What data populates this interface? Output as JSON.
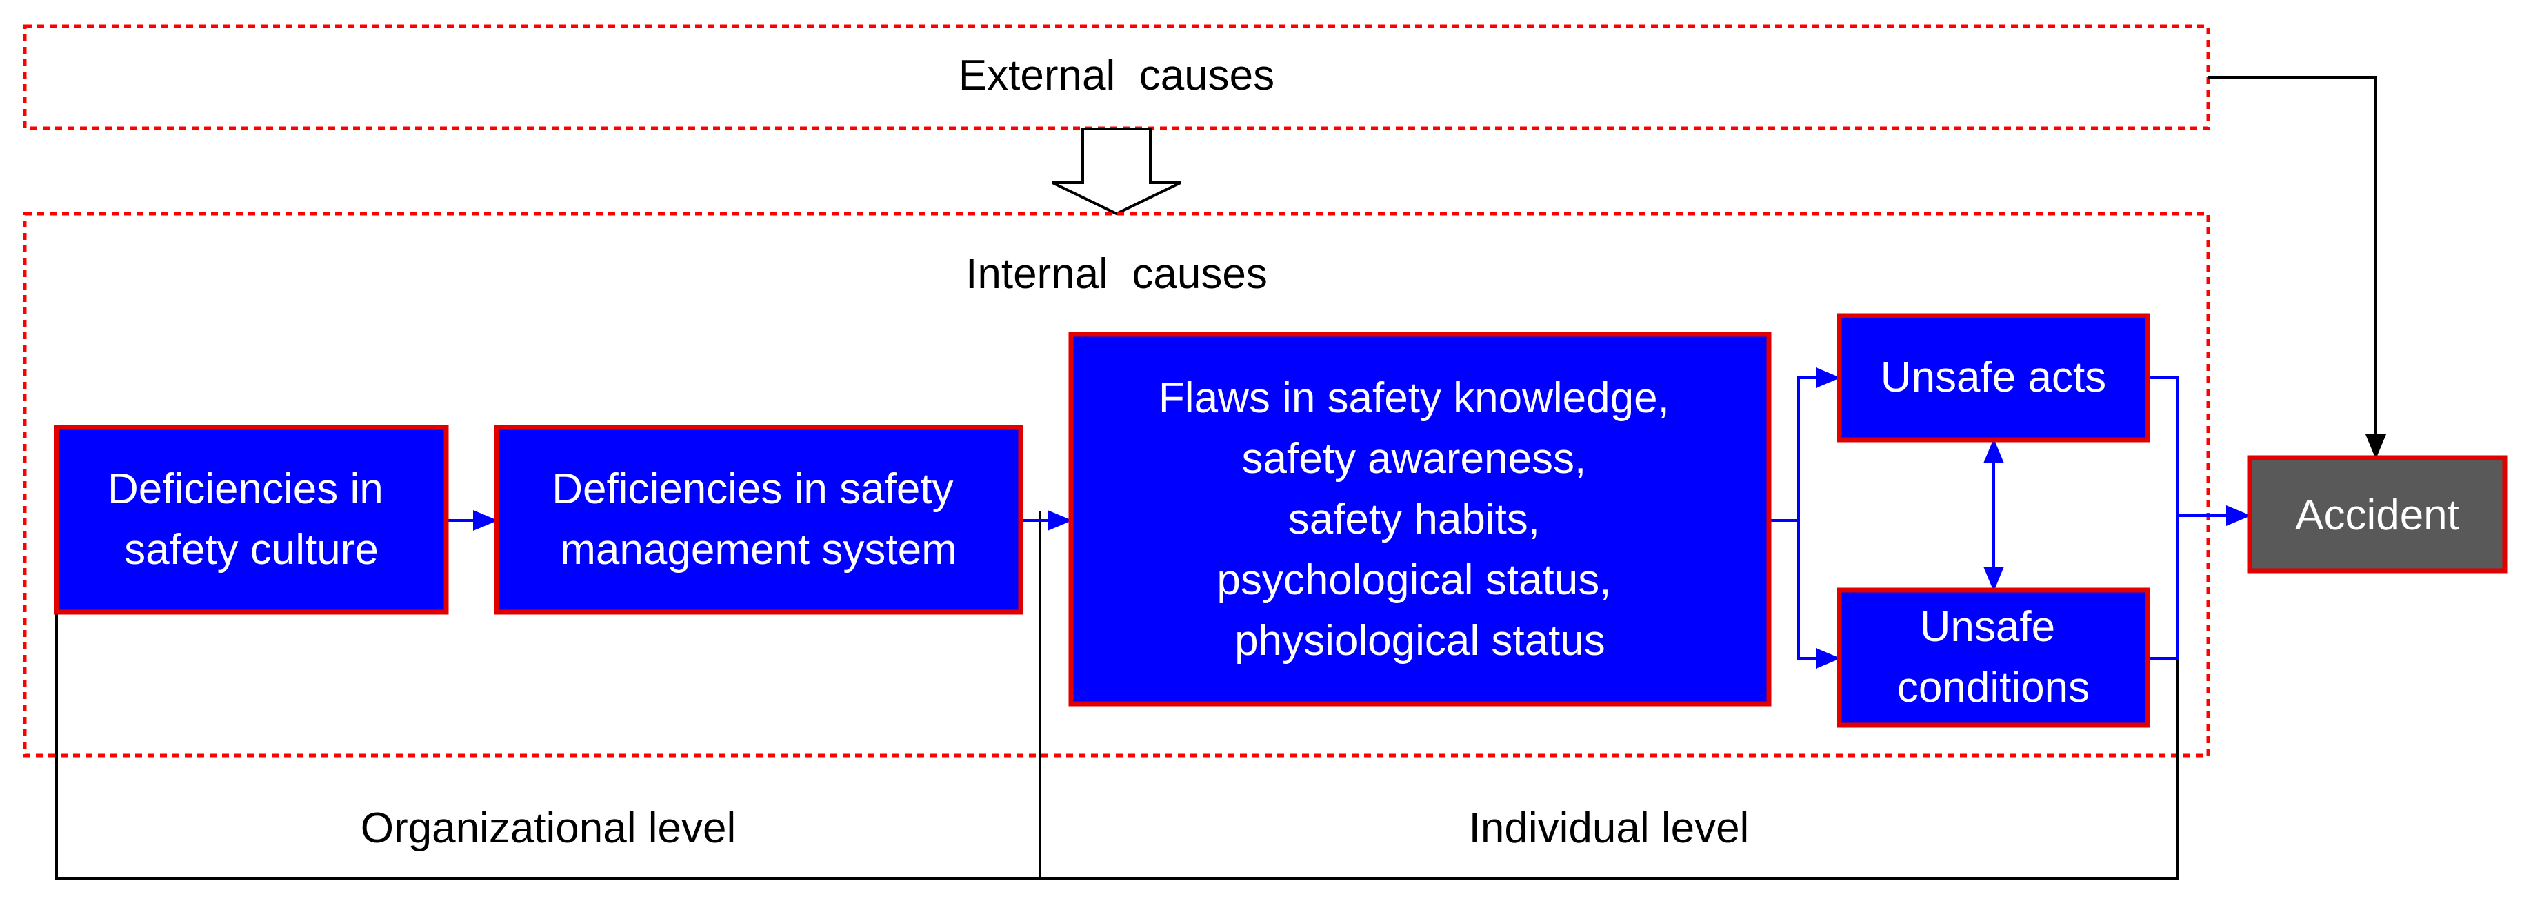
{
  "groups": {
    "external": {
      "label": "External  causes"
    },
    "internal": {
      "label": "Internal  causes"
    }
  },
  "nodes": {
    "culture": {
      "lines": [
        "Deficiencies in",
        "safety culture"
      ]
    },
    "system": {
      "lines": [
        "Deficiencies in safety",
        "management system"
      ]
    },
    "flaws": {
      "lines": [
        "Flaws in safety knowledge,",
        "safety awareness,",
        "safety habits,",
        "psychological status,",
        "physiological status"
      ]
    },
    "acts": {
      "lines": [
        "Unsafe acts"
      ]
    },
    "conditions": {
      "lines": [
        "Unsafe",
        "conditions"
      ]
    },
    "accident": {
      "lines": [
        "Accident"
      ]
    }
  },
  "levels": {
    "organizational": "Organizational level",
    "individual": "Individual level"
  },
  "colors": {
    "node_fill": "#0000ff",
    "node_border": "#e00000",
    "accident_fill": "#595959",
    "blue_arrow": "#0000ff",
    "group_border": "#ff0000",
    "line": "#000000"
  }
}
